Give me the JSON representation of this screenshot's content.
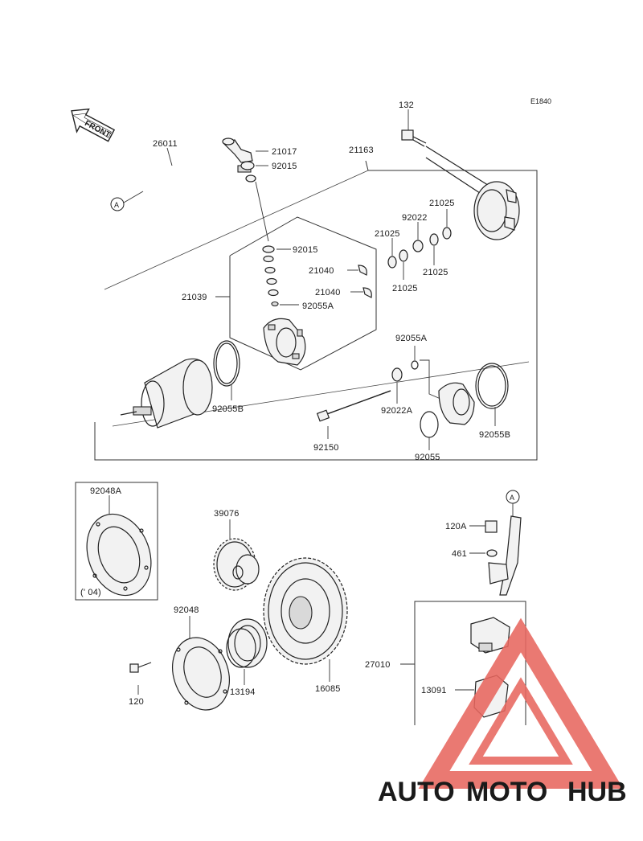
{
  "diagram_code": "E1840",
  "front_label": "FRONT",
  "connector_ref": "A",
  "labels": {
    "p132": "132",
    "p26011": "26011",
    "p21017": "21017",
    "p92015a": "92015",
    "p21163": "21163",
    "p21025a": "21025",
    "p92022": "92022",
    "p21025b": "21025",
    "p21025c": "21025",
    "p21025d": "21025",
    "p92015b": "92015",
    "p21040a": "21040",
    "p21040b": "21040",
    "p21039": "21039",
    "p92055a": "92055A",
    "p92055a2": "92055A",
    "p92022a": "92022A",
    "p92055b_left": "92055B",
    "p92055b_right": "92055B",
    "p92150": "92150",
    "p92055": "92055",
    "p92048a": "92048A",
    "p92048a_note": "(' 04)",
    "p39076": "39076",
    "p92048": "92048",
    "p120": "120",
    "p13194": "13194",
    "p16085": "16085",
    "p120a": "120A",
    "p461": "461",
    "p27010": "27010",
    "p13091": "13091"
  },
  "watermark": {
    "part1": "AUTO",
    "part2": "MOTO",
    "part3": "HUB",
    "color1": "#f4b942",
    "color2": "#e8675f",
    "color3": "#6d6e71"
  }
}
